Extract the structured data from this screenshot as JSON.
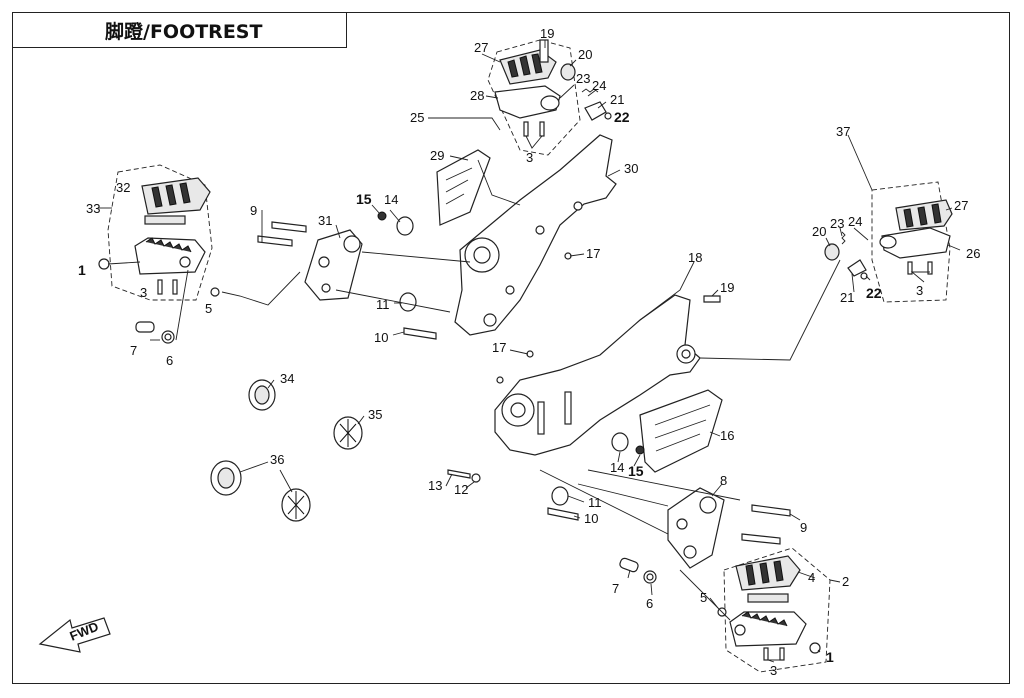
{
  "title": "脚蹬/FOOTREST",
  "fwd_label": "FWD",
  "callouts": [
    {
      "id": "c1a",
      "text": "1"
    },
    {
      "id": "c1b",
      "text": "1"
    },
    {
      "id": "c2",
      "text": "2"
    },
    {
      "id": "c3a",
      "text": "3"
    },
    {
      "id": "c3b",
      "text": "3"
    },
    {
      "id": "c3c",
      "text": "3"
    },
    {
      "id": "c3d",
      "text": "3"
    },
    {
      "id": "c4",
      "text": "4"
    },
    {
      "id": "c5a",
      "text": "5"
    },
    {
      "id": "c5b",
      "text": "5"
    },
    {
      "id": "c6a",
      "text": "6"
    },
    {
      "id": "c6b",
      "text": "6"
    },
    {
      "id": "c7a",
      "text": "7"
    },
    {
      "id": "c7b",
      "text": "7"
    },
    {
      "id": "c8",
      "text": "8"
    },
    {
      "id": "c9a",
      "text": "9"
    },
    {
      "id": "c9b",
      "text": "9"
    },
    {
      "id": "c10a",
      "text": "10"
    },
    {
      "id": "c10b",
      "text": "10"
    },
    {
      "id": "c11a",
      "text": "11"
    },
    {
      "id": "c11b",
      "text": "11"
    },
    {
      "id": "c12",
      "text": "12"
    },
    {
      "id": "c13",
      "text": "13"
    },
    {
      "id": "c14a",
      "text": "14"
    },
    {
      "id": "c14b",
      "text": "14"
    },
    {
      "id": "c15a",
      "text": "15"
    },
    {
      "id": "c15b",
      "text": "15"
    },
    {
      "id": "c16",
      "text": "16"
    },
    {
      "id": "c17a",
      "text": "17"
    },
    {
      "id": "c17b",
      "text": "17"
    },
    {
      "id": "c18",
      "text": "18"
    },
    {
      "id": "c19a",
      "text": "19"
    },
    {
      "id": "c19b",
      "text": "19"
    },
    {
      "id": "c20a",
      "text": "20"
    },
    {
      "id": "c20b",
      "text": "20"
    },
    {
      "id": "c21a",
      "text": "21"
    },
    {
      "id": "c21b",
      "text": "21"
    },
    {
      "id": "c22a",
      "text": "22"
    },
    {
      "id": "c22b",
      "text": "22"
    },
    {
      "id": "c23a",
      "text": "23"
    },
    {
      "id": "c23b",
      "text": "23"
    },
    {
      "id": "c24a",
      "text": "24"
    },
    {
      "id": "c24b",
      "text": "24"
    },
    {
      "id": "c25",
      "text": "25"
    },
    {
      "id": "c26",
      "text": "26"
    },
    {
      "id": "c27a",
      "text": "27"
    },
    {
      "id": "c27b",
      "text": "27"
    },
    {
      "id": "c28",
      "text": "28"
    },
    {
      "id": "c29",
      "text": "29"
    },
    {
      "id": "c30",
      "text": "30"
    },
    {
      "id": "c31",
      "text": "31"
    },
    {
      "id": "c32",
      "text": "32"
    },
    {
      "id": "c33",
      "text": "33"
    },
    {
      "id": "c34",
      "text": "34"
    },
    {
      "id": "c35",
      "text": "35"
    },
    {
      "id": "c36",
      "text": "36"
    },
    {
      "id": "c37",
      "text": "37"
    }
  ]
}
